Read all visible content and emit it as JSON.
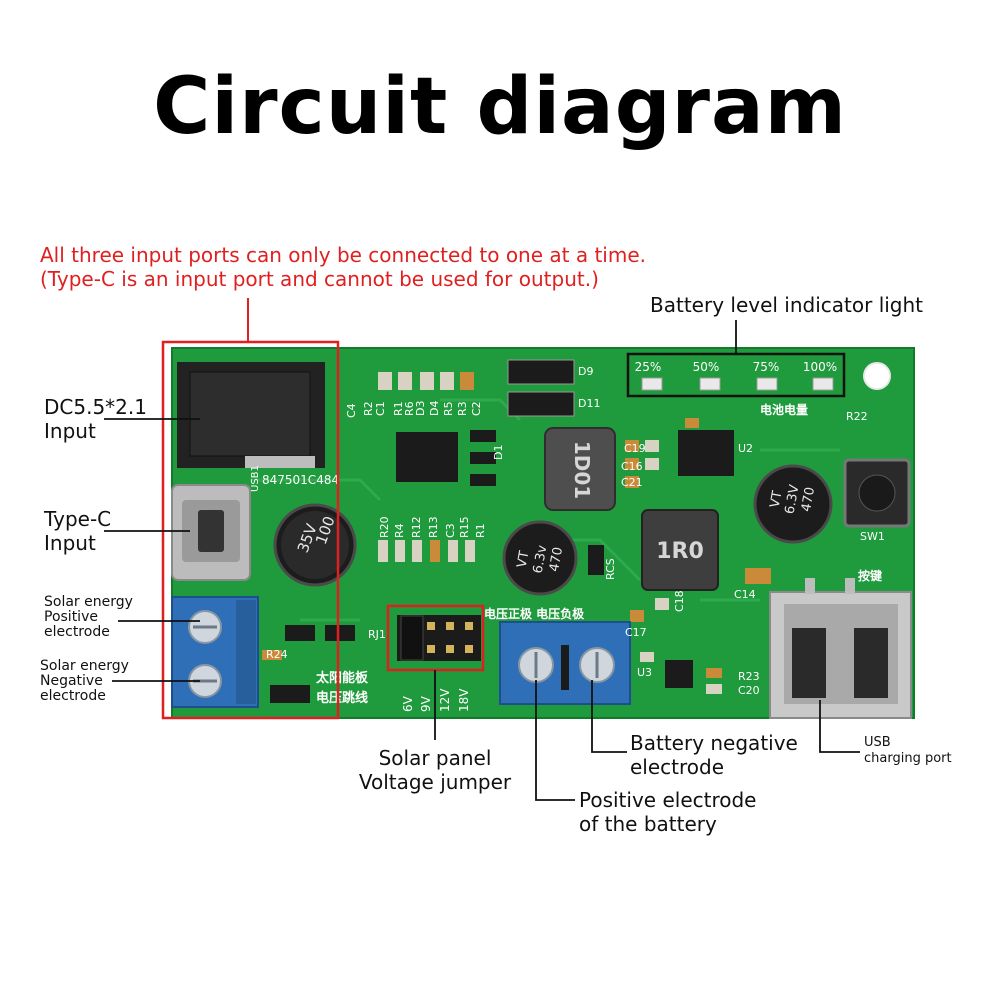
{
  "title": "Circuit diagram",
  "warning": {
    "line1": "All three input ports can only be connected to one at a time.",
    "line2": "(Type-C is an input port and cannot be used for output.)"
  },
  "callouts": {
    "battery_indicator": "Battery level indicator light",
    "dc_input": [
      "DC5.5*2.1",
      "Input"
    ],
    "typec_input": [
      "Type-C",
      "Input"
    ],
    "solar_positive": [
      "Solar energy",
      "Positive",
      "electrode"
    ],
    "solar_negative": [
      "Solar energy",
      "Negative",
      "electrode"
    ],
    "solar_jumper": [
      "Solar panel",
      "Voltage jumper"
    ],
    "battery_negative": [
      "Battery negative",
      "electrode"
    ],
    "battery_positive": [
      "Positive electrode",
      "of the battery"
    ],
    "usb_port": [
      "USB",
      "charging port"
    ]
  },
  "board": {
    "led_levels": [
      "25%",
      "50%",
      "75%",
      "100%"
    ],
    "battery_level_cn": "电池电量",
    "button_cn": "按键",
    "solar_cn": [
      "太阳能板",
      "电压跳线"
    ],
    "terminal_cn": "电压正极 电压负极",
    "jumper_voltages": [
      "6V",
      "9V",
      "12V",
      "18V"
    ],
    "part_code": "847501C484",
    "inductor_1": "1D01",
    "inductor_2": "1R0",
    "cap_big": [
      "100",
      "35V"
    ],
    "cap_mid": [
      "470",
      "6.3v",
      "VT"
    ],
    "cap_right": [
      "470",
      "6.3V",
      "VT"
    ],
    "refs": {
      "r1": "R1",
      "r2": "R2",
      "r3": "R3",
      "r4": "R4",
      "r5": "R5",
      "r6": "R6",
      "r12": "R12",
      "r13": "R13",
      "r15": "R15",
      "r20": "R20",
      "r22": "R22",
      "r23": "R23",
      "r24": "R24",
      "rj1": "RJ1",
      "rcs": "RCS",
      "sw1": "SW1",
      "c1": "C1",
      "c2": "C2",
      "c3": "C3",
      "c4": "C4",
      "c14": "C14",
      "c16": "C16",
      "c17": "C17",
      "c18": "C18",
      "c19": "C19",
      "c20": "C20",
      "c21": "C21",
      "d1": "D1",
      "d3": "D3",
      "d4": "D4",
      "d9": "D9",
      "d11": "D11",
      "u2": "U2",
      "u3": "U3",
      "usb1": "USB1"
    }
  }
}
